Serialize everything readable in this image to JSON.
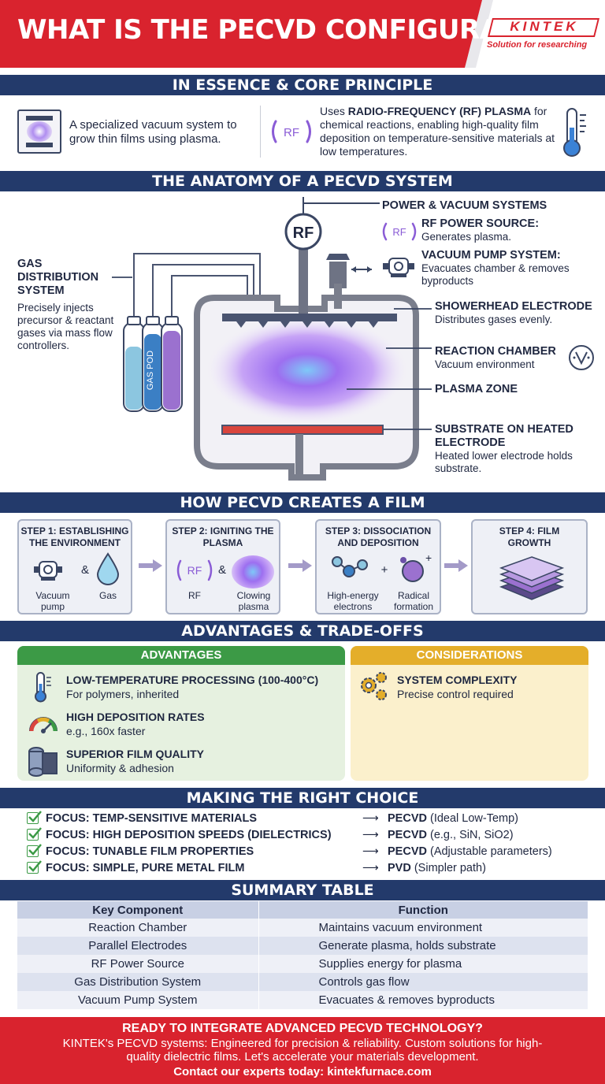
{
  "header": {
    "title": "WHAT IS THE PECVD CONFIGURATION?",
    "logo": "KINTEK",
    "tagline": "Solution for researching"
  },
  "sections": {
    "essence": "IN ESSENCE & CORE PRINCIPLE",
    "anatomy": "THE ANATOMY OF A PECVD SYSTEM",
    "how": "HOW PECVD CREATES A FILM",
    "adv": "ADVANTAGES & TRADE-OFFS",
    "choice": "MAKING THE RIGHT CHOICE",
    "summary": "SUMMARY TABLE"
  },
  "essence": {
    "left_text": "A specialized vacuum system to grow thin films using plasma.",
    "rf_icon_label": "RF",
    "right_bold": "RADIO-FREQUENCY (RF) PLASMA",
    "right_pre": "Uses ",
    "right_post": " for chemical reactions, enabling high-quality film deposition on temperature-sensitive materials at low temperatures."
  },
  "anatomy": {
    "rf_label": "RF",
    "gas_pod_label": "GAS POD",
    "gas_title": "GAS DISTRIBUTION SYSTEM",
    "gas_desc": "Precisely injects precursor & reactant gases via mass flow controllers.",
    "power_title": "POWER & VACUUM SYSTEMS",
    "rf_source_title": "RF POWER SOURCE:",
    "rf_source_desc": "Generates plasma.",
    "vacuum_title": "VACUUM PUMP SYSTEM:",
    "vacuum_desc": "Evacuates chamber & removes byproducts",
    "shower_title": "SHOWERHEAD ELECTRODE",
    "shower_desc": "Distributes gases evenly.",
    "chamber_title": "REACTION CHAMBER",
    "chamber_desc": "Vacuum environment",
    "plasma_title": "PLASMA ZONE",
    "substrate_title": "SUBSTRATE ON HEATED ELECTRODE",
    "substrate_desc": "Heated lower electrode holds substrate."
  },
  "steps": [
    {
      "title": "STEP 1: ESTABLISHING THE ENVIRONMENT",
      "cap1": "Vacuum pump",
      "cap2": "Gas",
      "amp": "&"
    },
    {
      "title": "STEP 2: IGNITING THE PLASMA",
      "cap1": "RF",
      "cap2": "Clowing plasma",
      "amp": "&"
    },
    {
      "title": "STEP 3: DISSOCIATION AND DEPOSITION",
      "cap1": "High-energy electrons",
      "cap2": "Radical formation",
      "amp": "+"
    },
    {
      "title": "STEP 4: FILM GROWTH"
    }
  ],
  "advantages": {
    "head": "ADVANTAGES",
    "items": [
      {
        "title": "LOW-TEMPERATURE PROCESSING (100-400°C)",
        "desc": "For polymers, inherited"
      },
      {
        "title": "HIGH DEPOSITION RATES",
        "desc": "e.g., 160x faster"
      },
      {
        "title": "SUPERIOR FILM QUALITY",
        "desc": "Uniformity & adhesion"
      }
    ]
  },
  "considerations": {
    "head": "CONSIDERATIONS",
    "items": [
      {
        "title": "SYSTEM COMPLEXITY",
        "desc": "Precise control required"
      }
    ]
  },
  "choice": [
    {
      "focus": "FOCUS: TEMP-SENSITIVE MATERIALS",
      "result": "PECVD",
      "note": " (Ideal Low-Temp)"
    },
    {
      "focus": "FOCUS: HIGH DEPOSITION SPEEDS (DIELECTRICS)",
      "result": "PECVD",
      "note": " (e.g., SiN, SiO2)"
    },
    {
      "focus": "FOCUS: TUNABLE FILM PROPERTIES",
      "result": "PECVD",
      "note": " (Adjustable parameters)"
    },
    {
      "focus": "FOCUS: SIMPLE, PURE METAL FILM",
      "result": "PVD",
      "note": " (Simpler path)"
    }
  ],
  "summary": {
    "head_component": "Key Component",
    "head_function": "Function",
    "rows": [
      {
        "component": "Reaction Chamber",
        "function": "Maintains vacuum environment"
      },
      {
        "component": "Parallel Electrodes",
        "function": "Generate plasma, holds substrate"
      },
      {
        "component": "RF Power Source",
        "function": "Supplies energy for plasma"
      },
      {
        "component": "Gas Distribution System",
        "function": "Controls gas flow"
      },
      {
        "component": "Vacuum Pump System",
        "function": "Evacuates & removes byproducts"
      }
    ]
  },
  "footer": {
    "headline": "READY TO INTEGRATE ADVANCED PECVD TECHNOLOGY?",
    "body": "KINTEK's PECVD systems: Engineered for precision & reliability. Custom solutions for high-quality dielectric films. Let's accelerate your materials development.",
    "contact": "Contact our experts today: kintekfurnace.com"
  },
  "colors": {
    "brand_red": "#d9232e",
    "navy": "#233a6b",
    "green": "#3c9a46",
    "amber": "#e4ae2a",
    "purple": "#8a5cd6"
  }
}
